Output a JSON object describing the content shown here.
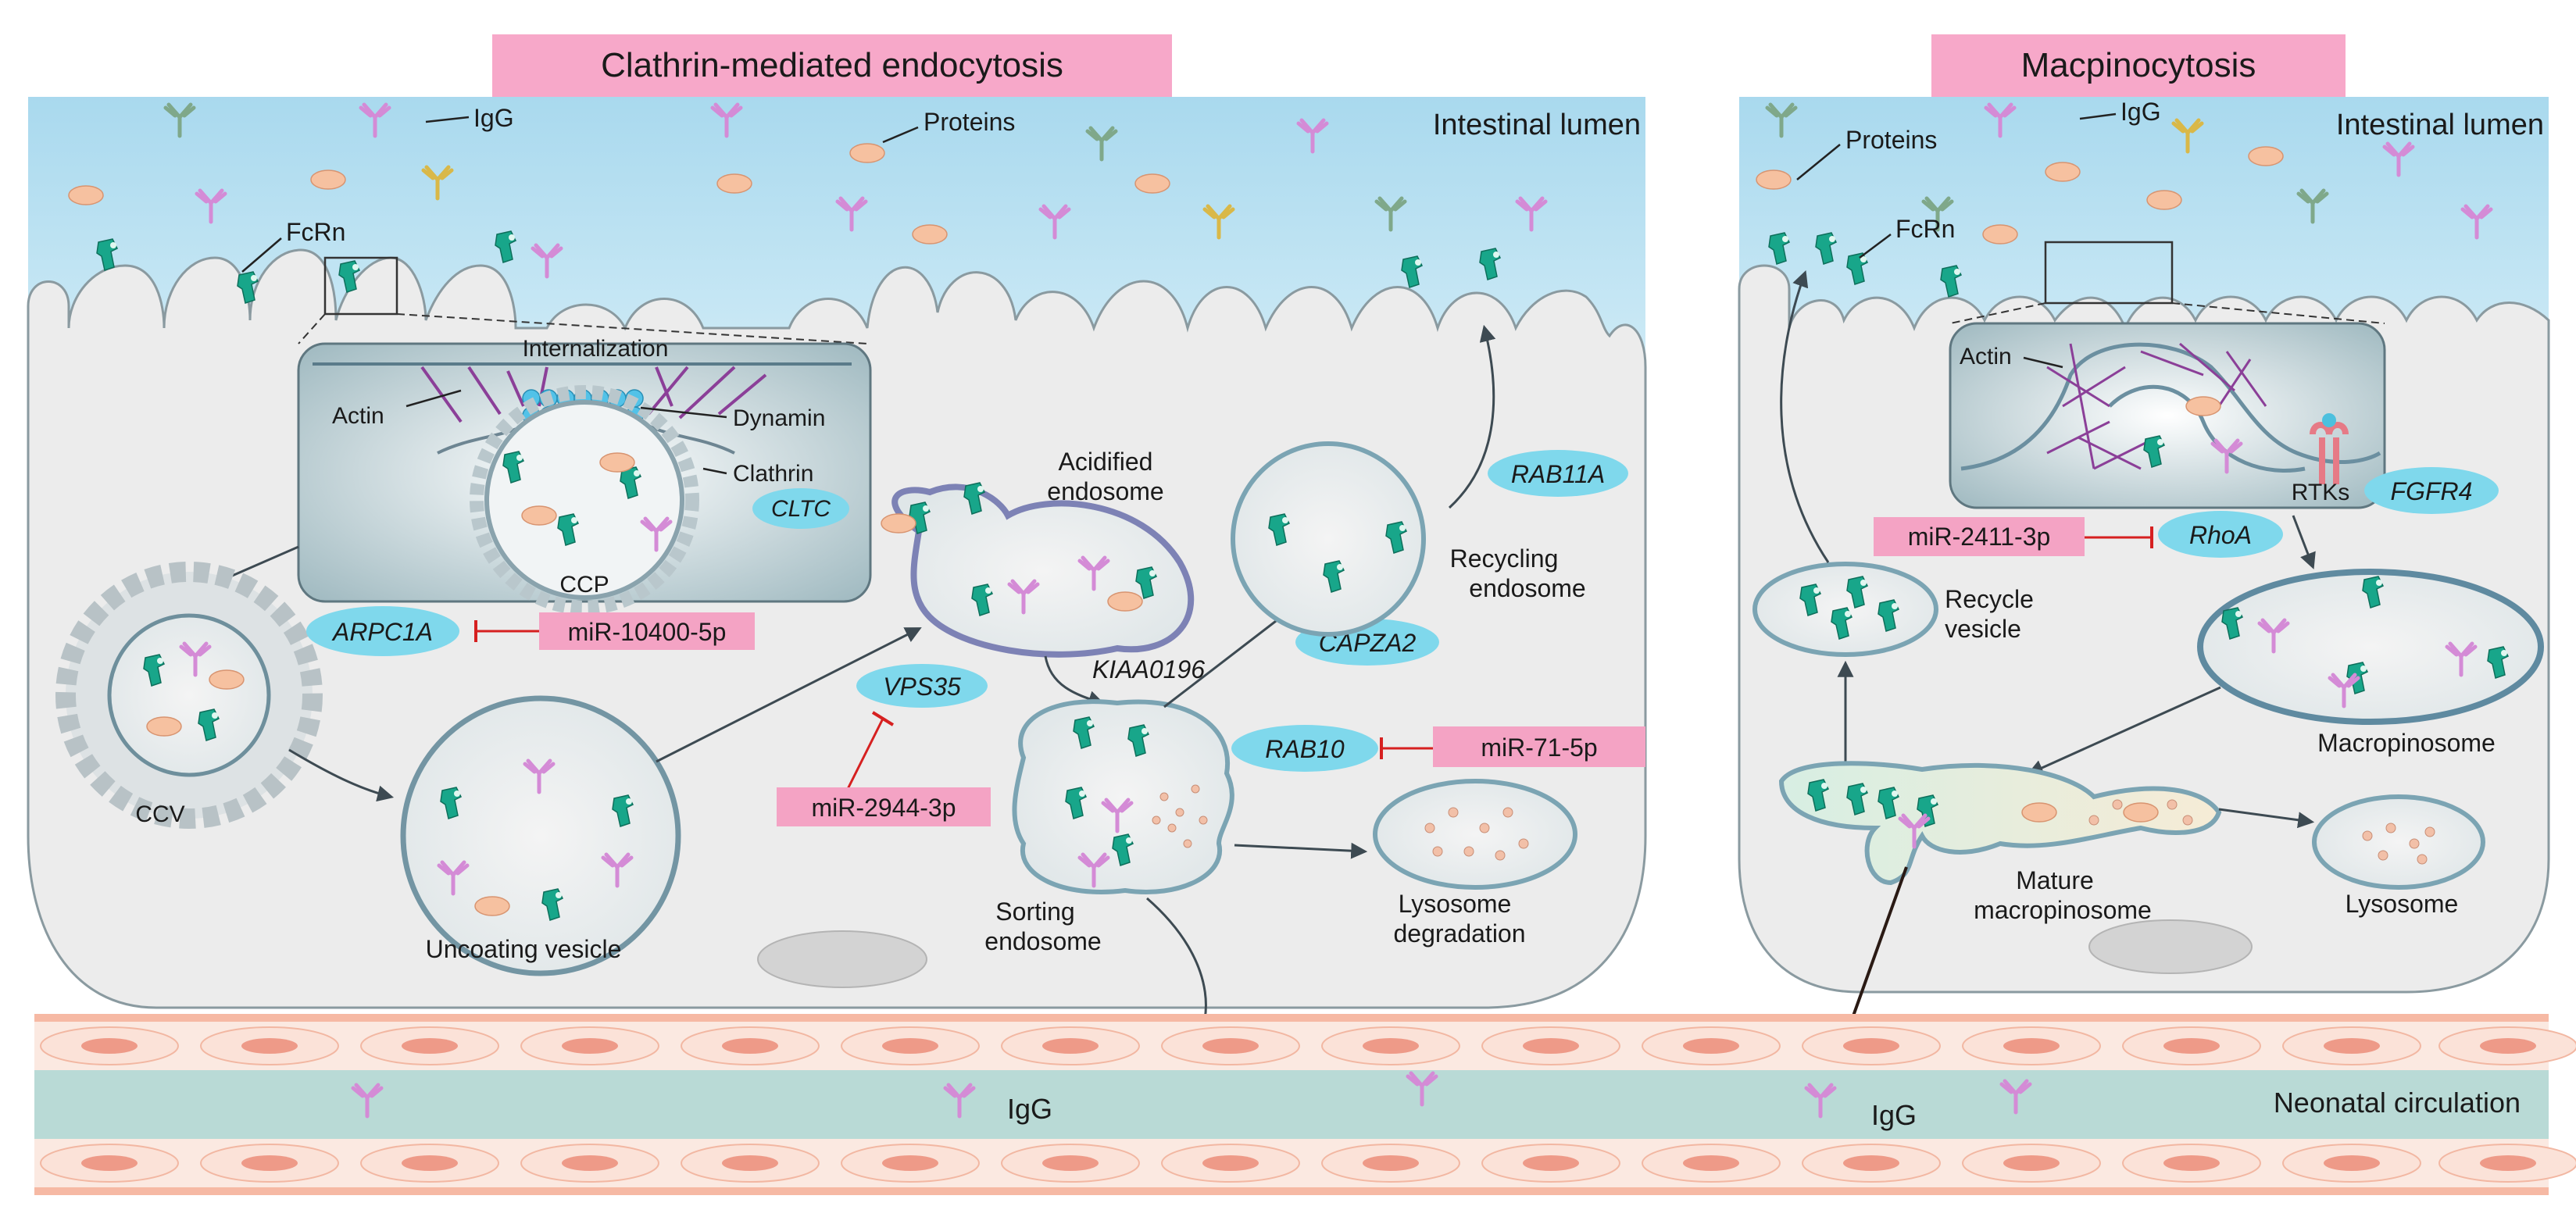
{
  "panels": {
    "left": {
      "title": "Clathrin-mediated endocytosis",
      "lumen": "Intestinal lumen",
      "labels": {
        "igg": "IgG",
        "proteins": "Proteins",
        "fcrn": "FcRn",
        "internalization": "Internalization",
        "actin": "Actin",
        "dynamin": "Dynamin",
        "clathrin": "Clathrin",
        "ccp": "CCP",
        "ccv": "CCV",
        "uncoating": "Uncoating vesicle",
        "acidified": [
          "Acidified",
          "endosome"
        ],
        "recycling": [
          "Recycling",
          "endosome"
        ],
        "sorting": [
          "Sorting",
          "endosome"
        ],
        "lysosome": [
          "Lysosome",
          "degradation"
        ]
      },
      "genes": {
        "cltc": "CLTC",
        "arpc1a": "ARPC1A",
        "vps35": "VPS35",
        "kiaa0196": "KIAA0196",
        "capza2": "CAPZA2",
        "rab11a": "RAB11A",
        "rab10": "RAB10"
      },
      "mirnas": {
        "mir10400": "miR-10400-5p",
        "mir2944": "miR-2944-3p",
        "mir71": "miR-71-5p"
      }
    },
    "right": {
      "title": "Macpinocytosis",
      "lumen": "Intestinal lumen",
      "labels": {
        "proteins": "Proteins",
        "igg": "IgG",
        "fcrn": "FcRn",
        "actin": "Actin",
        "rtks": "RTKs",
        "recycle": [
          "Recycle",
          "vesicle"
        ],
        "macropinosome": "Macropinosome",
        "mature": [
          "Mature",
          "macropinosome"
        ],
        "lysosome": "Lysosome"
      },
      "genes": {
        "fgfr4": "FGFR4",
        "rhoa": "RhoA"
      },
      "mirnas": {
        "mir2411": "miR-2411-3p"
      }
    }
  },
  "circulation": {
    "label": "Neonatal circulation",
    "igg_left": "IgG",
    "igg_right": "IgG"
  },
  "colors": {
    "title_box": "#f7a8c9",
    "gene_oval": "#7fd8ec",
    "mirna_box": "#f4a3c4",
    "fcrn": "#1aa58a",
    "lumen": "#bfe3f1",
    "cell": "#ececec",
    "vessel": "#b9dad6",
    "rbc": "#f4b7a4",
    "inhibit": "#d62020"
  }
}
